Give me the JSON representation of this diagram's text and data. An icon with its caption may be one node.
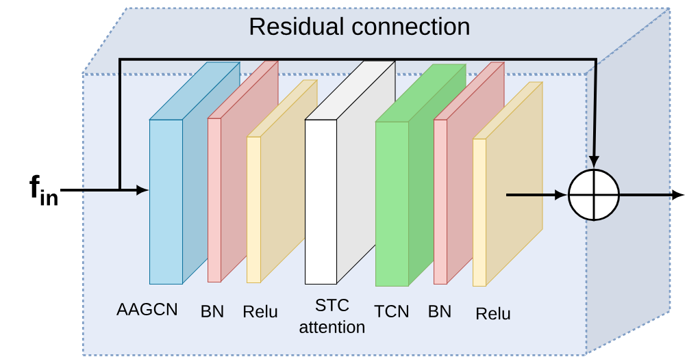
{
  "diagram": {
    "nodes": [
      {
        "text": [
          "f$_{in}$"
        ]
      },
      {
        "text": [],
        "shape": "box"
      },
      {
        "text": [],
        "shape": "box",
        "in": 1,
        "beside": [
          "AAGCN"
        ]
      },
      {
        "text": [],
        "shape": "box",
        "in": 1,
        "beside": [
          "BN"
        ]
      },
      {
        "text": [],
        "shape": "box",
        "in": 1,
        "beside": [
          "Relu"
        ]
      },
      {
        "text": [],
        "shape": "box",
        "in": 1,
        "beside": [
          "STC attention"
        ]
      },
      {
        "text": [],
        "shape": "box",
        "in": 1,
        "beside": [
          "TCN"
        ]
      },
      {
        "text": [],
        "shape": "box",
        "in": 1,
        "beside": [
          "BN"
        ]
      },
      {
        "text": [],
        "shape": "box",
        "in": 1,
        "beside": [
          "Relu"
        ]
      },
      {
        "text": [],
        "shape": "circle"
      }
    ],
    "edges": [
      {
        "from": 0,
        "to": 2,
        "arrow": "to"
      },
      {
        "from": 0,
        "to": 9,
        "arrow": "to",
        "label": "Residual connection"
      },
      {
        "from": 8,
        "to": 9,
        "arrow": "to"
      },
      {
        "from": 9,
        "to": null,
        "arrow": "to"
      }
    ]
  }
}
